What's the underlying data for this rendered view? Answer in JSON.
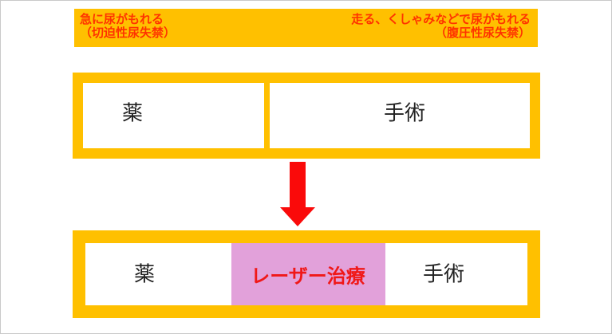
{
  "banner": {
    "left": {
      "line1": "急に尿がもれる",
      "line2": "（切迫性尿失禁）"
    },
    "right": {
      "line1": "走る、くしゃみなどで尿がもれる",
      "line2": "（腹圧性尿失禁）"
    }
  },
  "before": {
    "medicine": "薬",
    "surgery": "手術"
  },
  "after": {
    "medicine": "薬",
    "laser": "レーザー治療",
    "surgery": "手術"
  },
  "icons": {
    "arrow": "down-arrow"
  },
  "colors": {
    "accent_yellow": "#FFC000",
    "banner_text": "#FF3300",
    "arrow_red": "#FA0A0A",
    "laser_bg": "#E2A1DA",
    "laser_text": "#F01818",
    "ink": "#222222",
    "frame": "#C9C9C9"
  }
}
